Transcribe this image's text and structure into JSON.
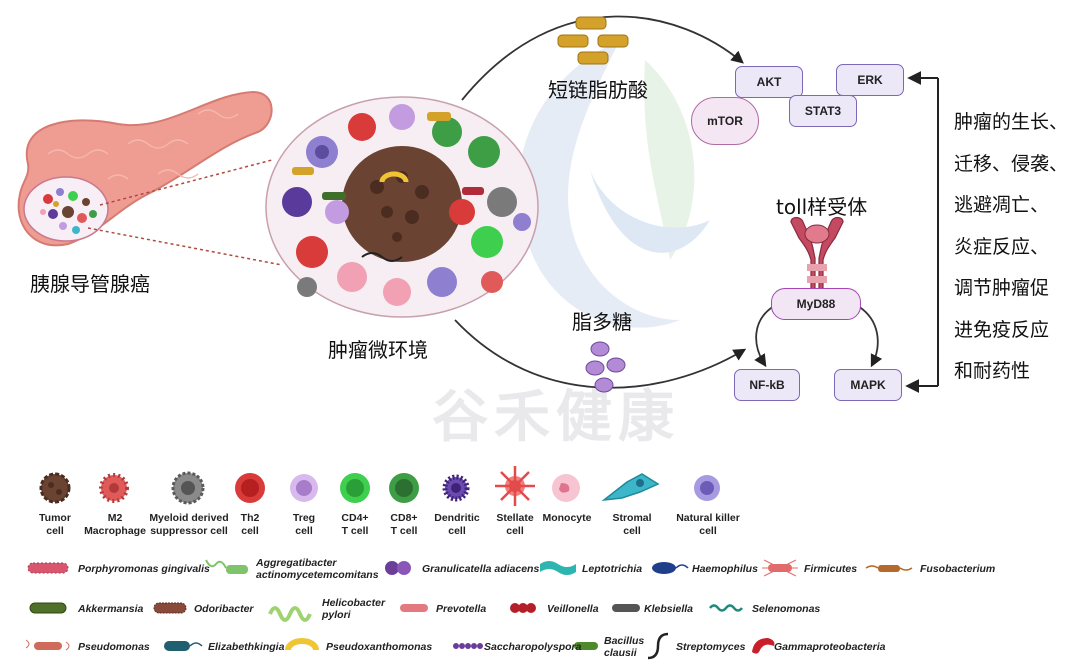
{
  "labels": {
    "pancreas": "胰腺导管腺癌",
    "tme": "肿瘤微环境",
    "scfa": "短链脂肪酸",
    "lps": "脂多糖",
    "tlr": "toll样受体",
    "watermark": "谷禾健康"
  },
  "pathway": {
    "akt": "AKT",
    "erk": "ERK",
    "stat3": "STAT3",
    "mtor": "mTOR",
    "myd88": "MyD88",
    "nfkb": "NF-kB",
    "mapk": "MAPK"
  },
  "effects": [
    "肿瘤的生长、",
    "迁移、侵袭、",
    "逃避凋亡、",
    "炎症反应、",
    "调节肿瘤促",
    "进免疫反应",
    "和耐药性"
  ],
  "cells": [
    {
      "label": "Tumor\ncell",
      "color": "#6b4332"
    },
    {
      "label": "M2\nMacrophage",
      "color": "#e05a5a"
    },
    {
      "label": "Myeloid derived\nsuppressor cell",
      "color": "#7a7a7a"
    },
    {
      "label": "Th2\ncell",
      "color": "#d93a3a"
    },
    {
      "label": "Treg\ncell",
      "color": "#c39be0"
    },
    {
      "label": "CD4+\nT cell",
      "color": "#3fcf4f"
    },
    {
      "label": "CD8+\nT cell",
      "color": "#3e9e46"
    },
    {
      "label": "Dendritic\ncell",
      "color": "#5a3a9a"
    },
    {
      "label": "Stellate\ncell",
      "color": "#e34a4a"
    },
    {
      "label": "Monocyte",
      "color": "#f2a0b4"
    },
    {
      "label": "Stromal\ncell",
      "color": "#3bb7c9"
    },
    {
      "label": "Natural killer\ncell",
      "color": "#8f7fd1"
    }
  ],
  "bacteria": [
    {
      "label": "Porphyromonas gingivalis"
    },
    {
      "label": "Aggregatibacter\nactinomycetemcomitans"
    },
    {
      "label": "Granulicatella adiacens"
    },
    {
      "label": "Leptotrichia"
    },
    {
      "label": "Haemophilus"
    },
    {
      "label": "Firmicutes"
    },
    {
      "label": "Fusobacterium"
    },
    {
      "label": "Akkermansia"
    },
    {
      "label": "Odoribacter"
    },
    {
      "label": "Helicobacter\npylori"
    },
    {
      "label": "Prevotella"
    },
    {
      "label": "Veillonella"
    },
    {
      "label": "Klebsiella"
    },
    {
      "label": "Selenomonas"
    },
    {
      "label": "Pseudomonas"
    },
    {
      "label": "Elizabethkingia"
    },
    {
      "label": "Pseudoxanthomonas"
    },
    {
      "label": "Saccharopolyspora"
    },
    {
      "label": "Bacillus\nclausii"
    },
    {
      "label": "Streptomyces"
    },
    {
      "label": "Gammaproteobacteria"
    }
  ]
}
